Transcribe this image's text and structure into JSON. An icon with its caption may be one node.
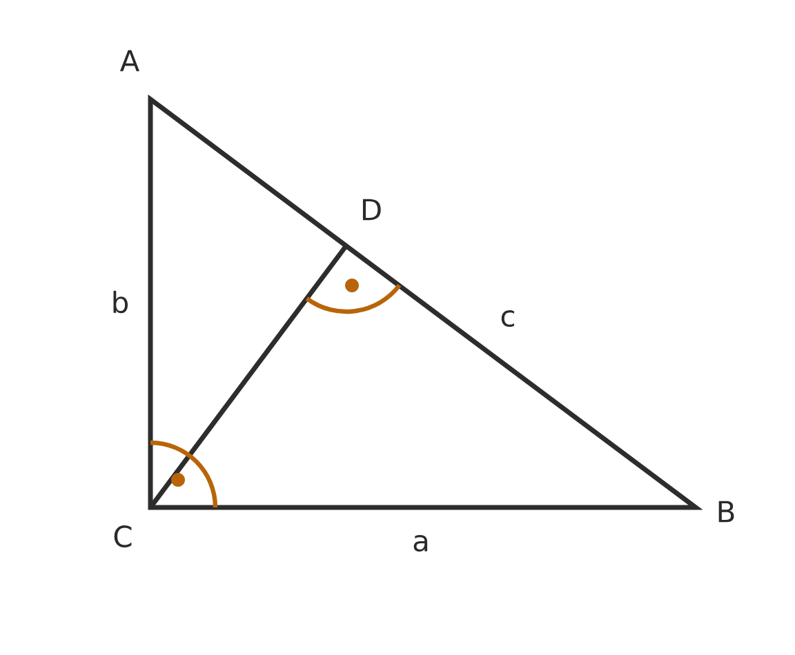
{
  "diagram": {
    "labels": [
      "A",
      "D",
      "b",
      "c",
      "C",
      "a",
      "B"
    ]
  }
}
